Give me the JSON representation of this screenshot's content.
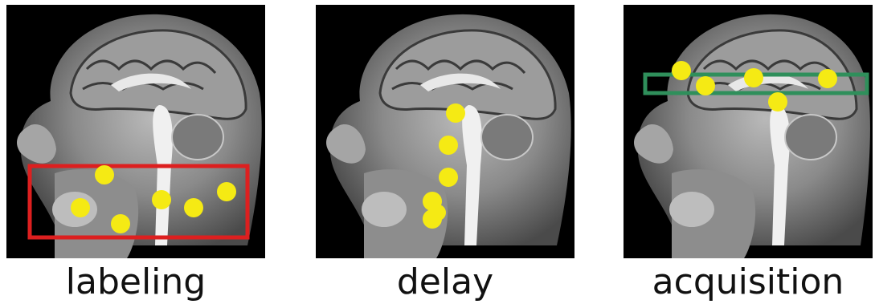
{
  "panels": [
    {
      "id": "labeling",
      "caption": "labeling",
      "box_color": "#dd1f1f",
      "has_box": true,
      "dot_color": "#f5ea14",
      "dot_count": 6
    },
    {
      "id": "delay",
      "caption": "delay",
      "has_box": false,
      "dot_color": "#f5ea14",
      "dot_count": 6
    },
    {
      "id": "acquisition",
      "caption": "acquisition",
      "box_color": "#2f8f5b",
      "has_box": true,
      "dot_color": "#f5ea14",
      "dot_count": 5
    }
  ]
}
